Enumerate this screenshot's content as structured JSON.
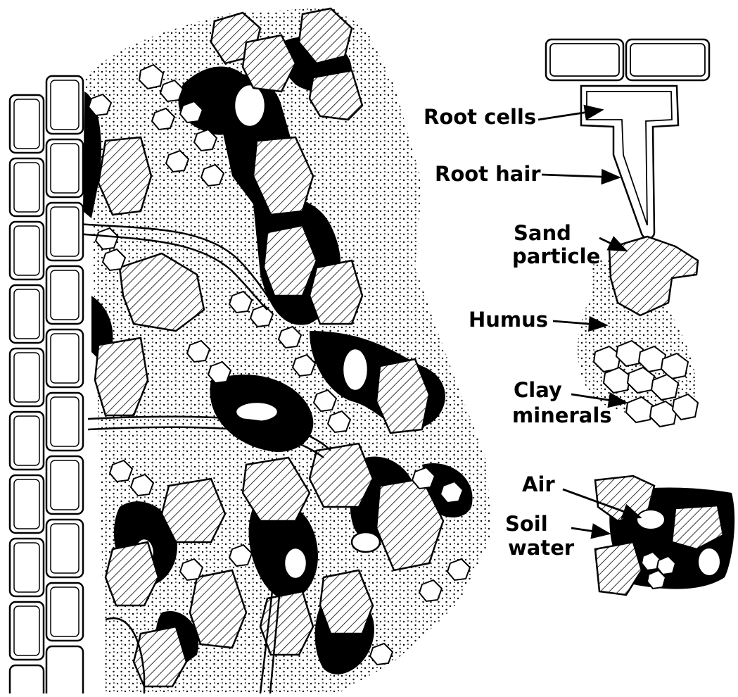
{
  "diagram": {
    "labels": {
      "root_cells": "Root cells",
      "root_hair": "Root hair",
      "sand_particle": [
        "Sand",
        "particle"
      ],
      "humus": "Humus",
      "clay_minerals": [
        "Clay",
        "minerals"
      ],
      "air": "Air",
      "soil_water": [
        "Soil",
        "water"
      ]
    }
  }
}
